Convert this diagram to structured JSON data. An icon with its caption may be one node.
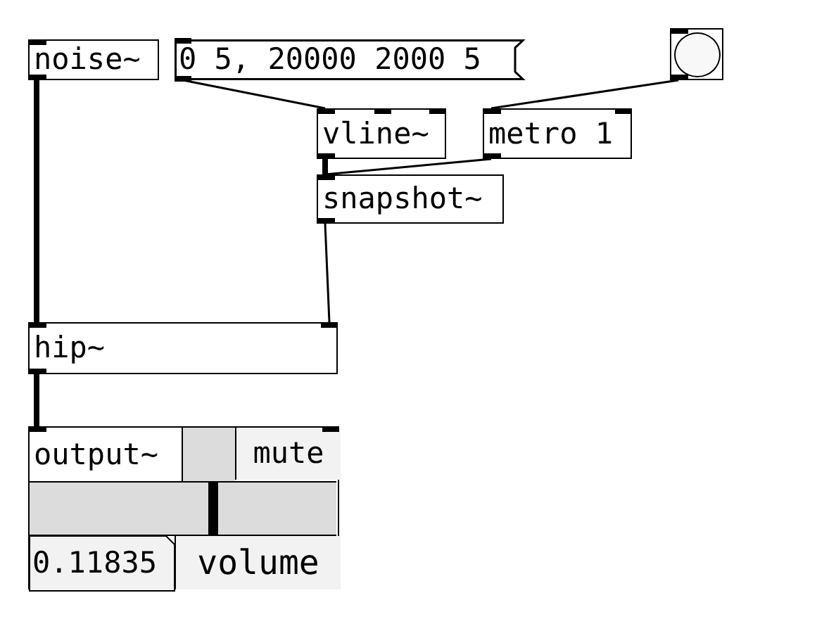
{
  "diagram": {
    "nodes": [
      {
        "text": [
          "noise~"
        ]
      },
      {
        "text": [
          "0 5, 20000 2000 5"
        ]
      },
      {
        "text": [],
        "shape": "circle"
      },
      {
        "text": [
          "vline~"
        ]
      },
      {
        "text": [
          "metro 1"
        ]
      },
      {
        "text": [
          "snapshot~"
        ]
      },
      {
        "text": [
          "hip~"
        ]
      },
      {
        "text": [
          "output~"
        ]
      },
      {
        "text": [
          "mute"
        ],
        "in": 7
      },
      {
        "text": [
          "0.11835"
        ],
        "in": 7
      },
      {
        "text": [
          "volume"
        ],
        "in": 7
      }
    ],
    "edges": [
      {
        "from": 0,
        "to": 6,
        "arrow": "none",
        "style": "thick"
      },
      {
        "from": 1,
        "to": 3,
        "arrow": "none"
      },
      {
        "from": 2,
        "to": 4,
        "arrow": "none"
      },
      {
        "from": 3,
        "to": 5,
        "arrow": "none",
        "style": "thick"
      },
      {
        "from": 4,
        "to": 5,
        "arrow": "none"
      },
      {
        "from": 5,
        "to": 6,
        "arrow": "none"
      },
      {
        "from": 6,
        "to": 7,
        "arrow": "none",
        "style": "thick"
      }
    ]
  }
}
